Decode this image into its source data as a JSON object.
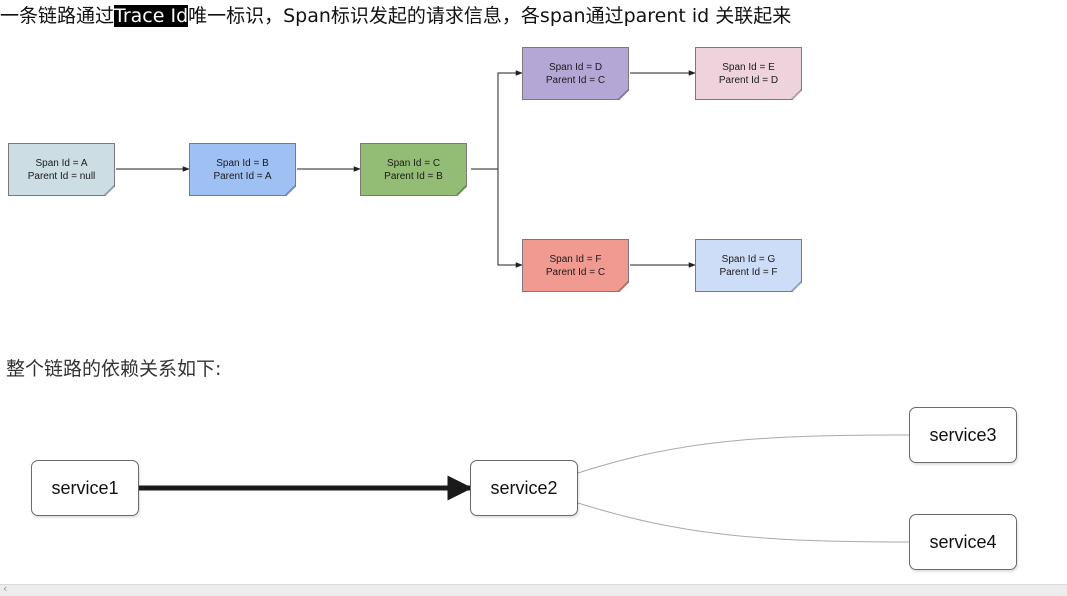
{
  "header": {
    "text_before": "一条链路通过",
    "highlighted": "Trace Id",
    "text_after": "唯一标识，Span标识发起的请求信息，各span通过parent id 关联起来"
  },
  "span_tree": {
    "nodes": [
      {
        "id": "A",
        "line1": "Span Id = A",
        "line2": "Parent Id = null",
        "color": "#ccdde3"
      },
      {
        "id": "B",
        "line1": "Span Id = B",
        "line2": "Parent Id = A",
        "color": "#9fc0f2"
      },
      {
        "id": "C",
        "line1": "Span Id = C",
        "line2": "Parent Id = B",
        "color": "#93bd75"
      },
      {
        "id": "D",
        "line1": "Span Id = D",
        "line2": "Parent Id = C",
        "color": "#b4a7d6"
      },
      {
        "id": "E",
        "line1": "Span Id = E",
        "line2": "Parent Id = D",
        "color": "#eed3dd"
      },
      {
        "id": "F",
        "line1": "Span Id = F",
        "line2": "Parent Id = C",
        "color": "#f09a92"
      },
      {
        "id": "G",
        "line1": "Span Id = G",
        "line2": "Parent Id = F",
        "color": "#cdddf7"
      }
    ],
    "edges": [
      [
        "A",
        "B"
      ],
      [
        "B",
        "C"
      ],
      [
        "C",
        "D"
      ],
      [
        "D",
        "E"
      ],
      [
        "C",
        "F"
      ],
      [
        "F",
        "G"
      ]
    ]
  },
  "subtitle": "整个链路的依赖关系如下:",
  "dependency_graph": {
    "services": [
      {
        "id": "service1",
        "label": "service1"
      },
      {
        "id": "service2",
        "label": "service2"
      },
      {
        "id": "service3",
        "label": "service3"
      },
      {
        "id": "service4",
        "label": "service4"
      }
    ],
    "edges": [
      {
        "from": "service1",
        "to": "service2",
        "weight": "heavy"
      },
      {
        "from": "service2",
        "to": "service3",
        "weight": "thin"
      },
      {
        "from": "service2",
        "to": "service4",
        "weight": "thin"
      }
    ]
  },
  "colors": {
    "highlight_bg": "#000000",
    "highlight_text": "#ffffff"
  }
}
